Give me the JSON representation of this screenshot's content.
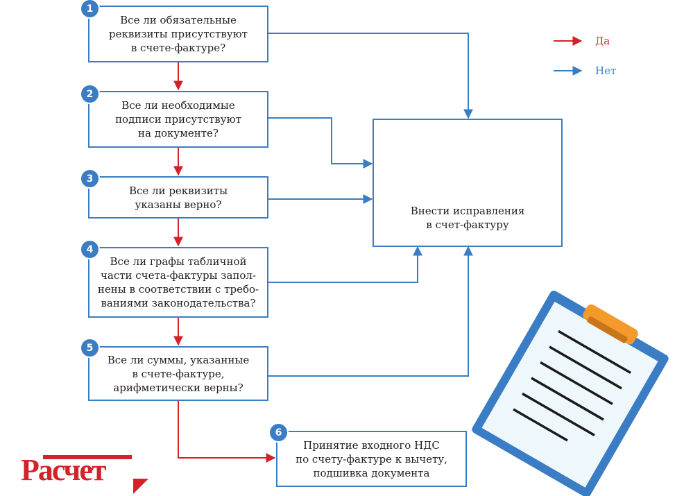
{
  "steps": [
    {
      "num": "1",
      "text": "Все ли обязательные\nреквизиты присутствуют\nв счете-фактуре?"
    },
    {
      "num": "2",
      "text": "Все ли необходимые\nподписи присутствуют\nна документе?"
    },
    {
      "num": "3",
      "text": "Все ли реквизиты\nуказаны верно?"
    },
    {
      "num": "4",
      "text": "Все ли графы табличной\nчасти счета-фактуры запол-\nнены в соответствии с требо-\nваниями законодательства?"
    },
    {
      "num": "5",
      "text": "Все ли суммы, указанные\nв счете-фактуре,\nарифметически верны?"
    },
    {
      "num": "6",
      "text": "Принятие входного НДС\nпо счету-фактуре к вычету,\nподшивка документа"
    }
  ],
  "correction": {
    "text": "Внести исправления\nв счет-фактуру"
  },
  "legend": {
    "yes": "Да",
    "no": "Нет"
  },
  "colors": {
    "yes": "#d2232a",
    "no": "#3b7dc4",
    "pencil_circle": "#3b7dc4",
    "clip": "#f39a2b",
    "clipboard": "#3b7dc4"
  },
  "logo": {
    "text": "Расчет"
  },
  "icons": [
    "pencil-icon",
    "clipboard-icon",
    "arrow-right-icon"
  ]
}
